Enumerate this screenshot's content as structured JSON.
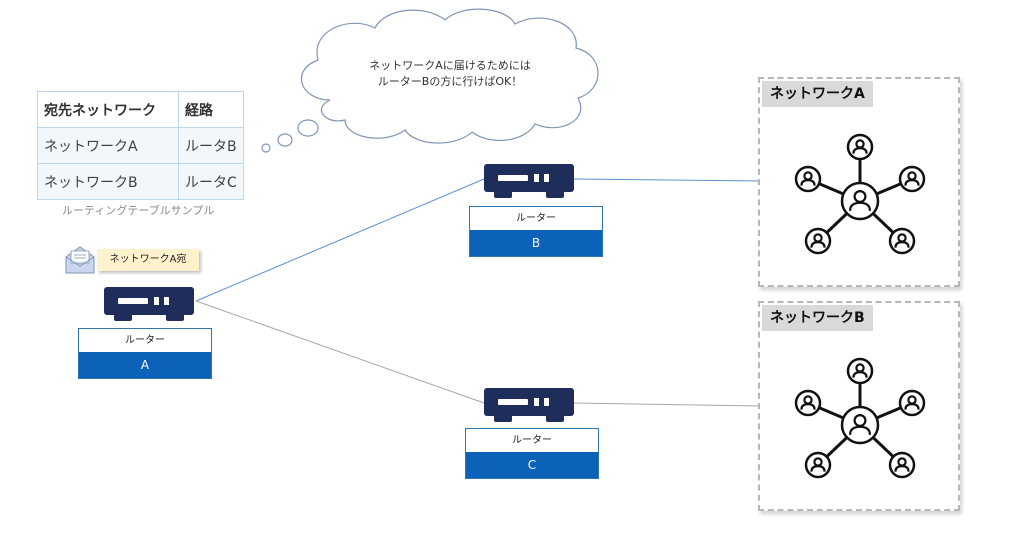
{
  "routing_table": {
    "headers": [
      "宛先ネットワーク",
      "経路"
    ],
    "rows": [
      [
        "ネットワークA",
        "ルータB"
      ],
      [
        "ネットワークB",
        "ルータC"
      ]
    ],
    "caption": "ルーティングテーブルサンプル"
  },
  "thought_bubble": {
    "line1": "ネットワークAに届けるためには",
    "line2": "ルーターBの方に行けばOK！"
  },
  "packet": {
    "label": "ネットワークA宛",
    "icon": "envelope-icon"
  },
  "routers": [
    {
      "id": "A",
      "type_label": "ルーター",
      "name": "A"
    },
    {
      "id": "B",
      "type_label": "ルーター",
      "name": "B"
    },
    {
      "id": "C",
      "type_label": "ルーター",
      "name": "C"
    }
  ],
  "networks": [
    {
      "id": "A",
      "title": "ネットワークA",
      "icon": "people-network-icon"
    },
    {
      "id": "B",
      "title": "ネットワークB",
      "icon": "people-network-icon"
    }
  ],
  "colors": {
    "router": "#1f2d5a",
    "router_label": "#0b62b8",
    "link_to_b": "#5b8ed0",
    "link_other": "#a6a6a6",
    "table_border": "#bdd7ee",
    "packet_tag": "#fff2cc"
  }
}
